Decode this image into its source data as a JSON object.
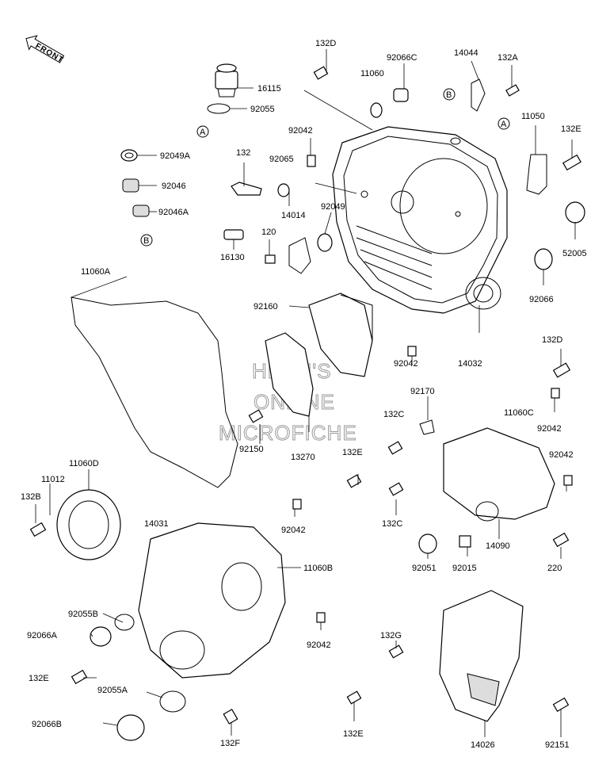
{
  "front_label": "FRONT",
  "watermark": [
    "HLSM'S",
    "ONLINE",
    "MICROFICHE"
  ],
  "callouts": {
    "A": "A",
    "B": "B"
  },
  "labels": {
    "p132D_top": "132D",
    "p16115": "16115",
    "p92066C": "92066C",
    "p14044": "14044",
    "p132A": "132A",
    "p11060": "11060",
    "p92055": "92055",
    "p11050": "11050",
    "p132E_tr": "132E",
    "p92042_a": "92042",
    "p92049A": "92049A",
    "p132": "132",
    "p92065": "92065",
    "p92046": "92046",
    "p14014": "14014",
    "p92049": "92049",
    "p92046A": "92046A",
    "p120": "120",
    "p16130": "16130",
    "p52005": "52005",
    "p11060A": "11060A",
    "p92160": "92160",
    "p92066": "92066",
    "p132D_r": "132D",
    "p92042_b": "92042",
    "p14032": "14032",
    "p92170": "92170",
    "p132C_a": "132C",
    "p11060C": "11060C",
    "p92042_c": "92042",
    "p92150": "92150",
    "p13270": "13270",
    "p132E_m": "132E",
    "p11060D": "11060D",
    "p92042_d": "92042",
    "p11012": "11012",
    "p132B": "132B",
    "p132C_b": "132C",
    "p14031": "14031",
    "p92042_e": "92042",
    "p14090": "14090",
    "p11060B": "11060B",
    "p92051": "92051",
    "p92015": "92015",
    "p220": "220",
    "p92055B": "92055B",
    "p92066A": "92066A",
    "p132G": "132G",
    "p92042_f": "92042",
    "p132E_bl": "132E",
    "p92055A": "92055A",
    "p92066B": "92066B",
    "p132F": "132F",
    "p132E_b": "132E",
    "p14026": "14026",
    "p92151": "92151"
  }
}
